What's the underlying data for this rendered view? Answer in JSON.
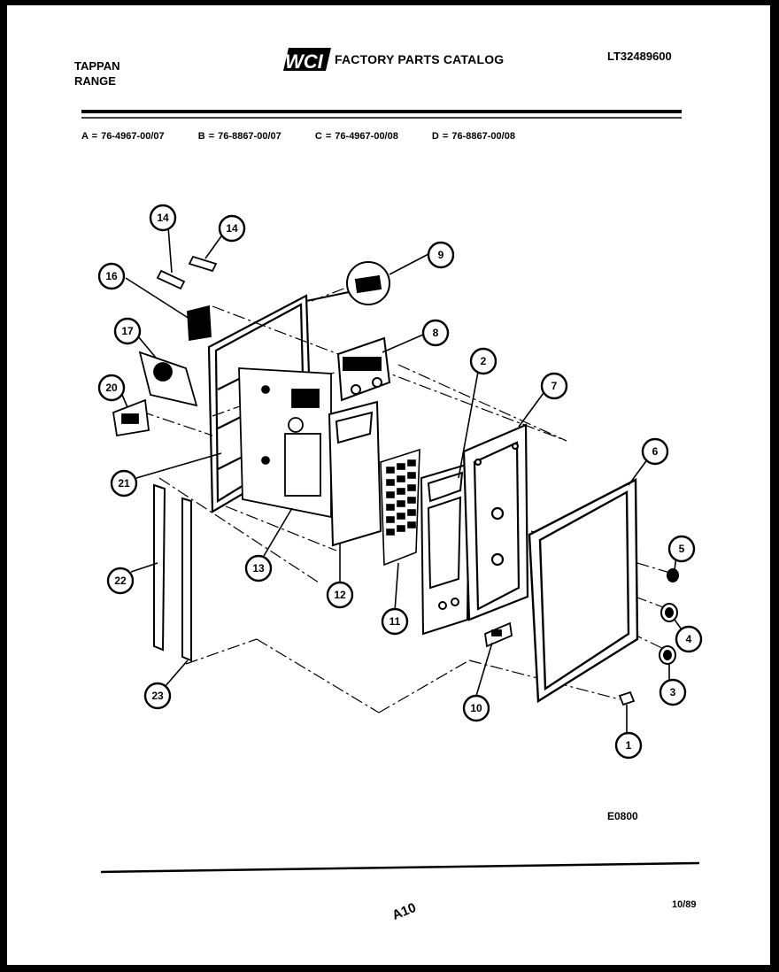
{
  "header": {
    "brand_line1": "TAPPAN",
    "brand_line2": "RANGE",
    "logo_text": "WCI",
    "catalog_title": "FACTORY PARTS CATALOG",
    "catalog_number": "LT32489600"
  },
  "models": [
    "A = 76-4967-00/07",
    "B = 76-8867-00/07",
    "C = 76-4967-00/08",
    "D = 76-8867-00/08"
  ],
  "callouts": {
    "c1": "1",
    "c2": "2",
    "c3": "3",
    "c4": "4",
    "c5": "5",
    "c6": "6",
    "c7": "7",
    "c8": "8",
    "c9": "9",
    "c10": "10",
    "c11": "11",
    "c12": "12",
    "c13": "13",
    "c14a": "14",
    "c14b": "14",
    "c16": "16",
    "c17": "17",
    "c20": "20",
    "c21": "21",
    "c22": "22",
    "c23": "23"
  },
  "footer": {
    "diagram_code": "E0800",
    "page_number": "A10",
    "date": "10/89"
  }
}
